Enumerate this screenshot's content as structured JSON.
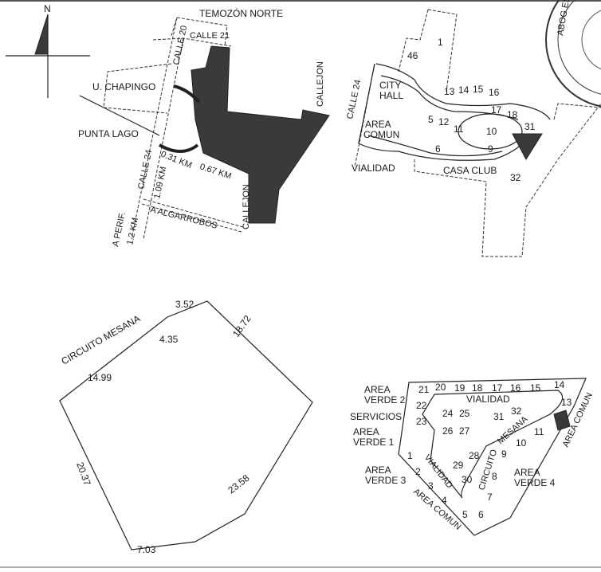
{
  "compass": {
    "north": "N"
  },
  "location_map": {
    "labels": {
      "temozon_norte": "TEMOZÓN NORTE",
      "calle_20": "CALLE 20",
      "calle_21": "CALLE 21",
      "callejon_east": "CALLEJON",
      "u_chapingo": "U. CHAPINGO",
      "punta_lago": "PUNTA LAGO",
      "calle_24": "CALLE 24",
      "dist_109": "1.09 KM",
      "dist_031": "0.31 KM",
      "dist_067": "0.67 KM",
      "callejon_south": "CALLEJON",
      "a_algarrobos": "A ALGARROBOS",
      "a_perif": "A PERIF.",
      "dist_12": "1.2 KM"
    }
  },
  "site_map": {
    "labels": {
      "calle_24": "CALLE 24",
      "city": "CITY",
      "hall": "HALL",
      "area": "AREA",
      "comun": "COMUN",
      "vialidad": "VIALIDAD",
      "casa_club": "CASA CLUB"
    },
    "lots": [
      "1",
      "46",
      "13",
      "14",
      "15",
      "16",
      "5",
      "12",
      "11",
      "17",
      "18",
      "10",
      "31",
      "6",
      "9",
      "32"
    ]
  },
  "seal": {
    "text": "ABOG ESTADO NOTARÍA PÚBLIC"
  },
  "lot_polygon": {
    "street": "CIRCUITO MESANA",
    "measures": {
      "a": "14.99",
      "b": "4.35",
      "c": "3.52",
      "d": "18.72",
      "e": "20.37",
      "f": "23.58",
      "g": "7.03"
    }
  },
  "subdivision_map": {
    "labels": {
      "area_verde_2a": "AREA",
      "area_verde_2b": "VERDE 2",
      "servicios": "SERVICIOS",
      "area_verde_1a": "AREA",
      "area_verde_1b": "VERDE 1",
      "area_verde_3a": "AREA",
      "area_verde_3b": "VERDE 3",
      "area_verde_4a": "AREA",
      "area_verde_4b": "VERDE 4",
      "vialidad_top": "VIALIDAD",
      "vialidad_diag": "VIALIDAD",
      "circuito": "CIRCUITO",
      "mesana": "MESANA",
      "area_comun_bottom": "AREA COMUN",
      "area_comun_right": "AREA COMUN"
    },
    "lots": [
      "21",
      "20",
      "19",
      "18",
      "17",
      "16",
      "15",
      "14",
      "22",
      "23",
      "24",
      "25",
      "26",
      "27",
      "31",
      "32",
      "13",
      "11",
      "10",
      "9",
      "1",
      "2",
      "3",
      "4",
      "5",
      "6",
      "7",
      "8",
      "28",
      "29",
      "30"
    ]
  }
}
